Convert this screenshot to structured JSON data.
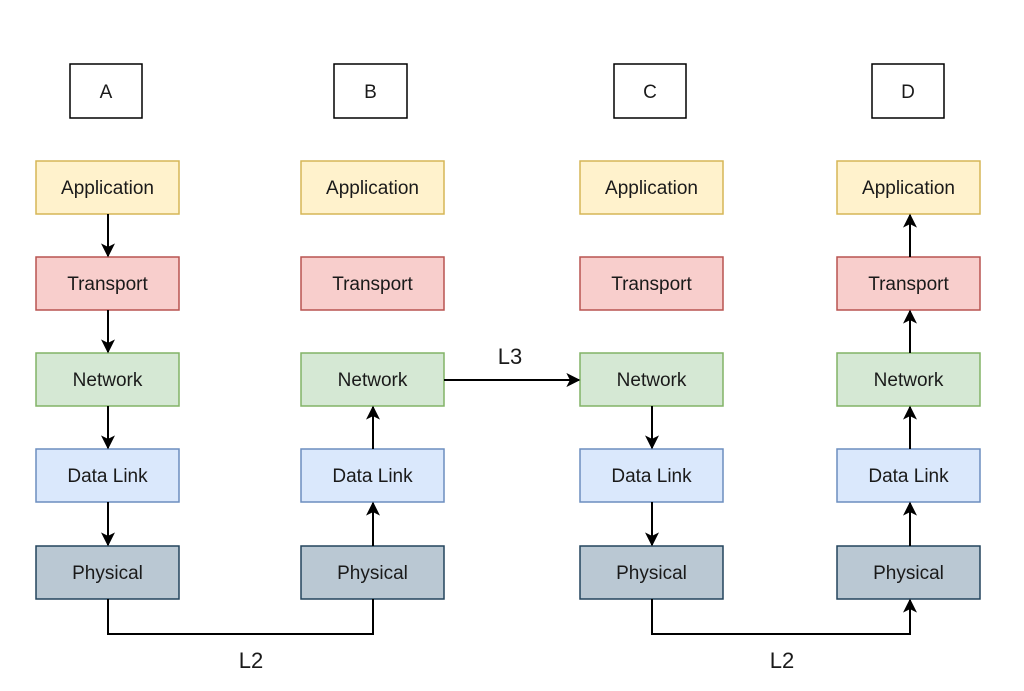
{
  "nodes": [
    {
      "id": "A",
      "label": "A"
    },
    {
      "id": "B",
      "label": "B"
    },
    {
      "id": "C",
      "label": "C"
    },
    {
      "id": "D",
      "label": "D"
    }
  ],
  "layers": [
    {
      "id": "application",
      "label": "Application",
      "fill": "#fff2cc",
      "stroke": "#d6b656"
    },
    {
      "id": "transport",
      "label": "Transport",
      "fill": "#f8cecc",
      "stroke": "#b85450"
    },
    {
      "id": "network",
      "label": "Network",
      "fill": "#d5e8d4",
      "stroke": "#82b366"
    },
    {
      "id": "datalink",
      "label": "Data Link",
      "fill": "#dae8fc",
      "stroke": "#6c8ebf"
    },
    {
      "id": "physical",
      "label": "Physical",
      "fill": "#bac8d3",
      "stroke": "#23445d"
    }
  ],
  "links": {
    "l2_left": "L2",
    "l3": "L3",
    "l2_right": "L2"
  },
  "edges": [
    {
      "id": "a-app-transport",
      "node": "A",
      "from": "application",
      "to": "transport",
      "direction": "down"
    },
    {
      "id": "a-transport-network",
      "node": "A",
      "from": "transport",
      "to": "network",
      "direction": "down"
    },
    {
      "id": "a-network-datalink",
      "node": "A",
      "from": "network",
      "to": "datalink",
      "direction": "down"
    },
    {
      "id": "a-datalink-physical",
      "node": "A",
      "from": "datalink",
      "to": "physical",
      "direction": "down"
    },
    {
      "id": "b-physical-datalink",
      "node": "B",
      "from": "physical",
      "to": "datalink",
      "direction": "up"
    },
    {
      "id": "b-datalink-network",
      "node": "B",
      "from": "datalink",
      "to": "network",
      "direction": "up"
    },
    {
      "id": "c-network-datalink",
      "node": "C",
      "from": "network",
      "to": "datalink",
      "direction": "down"
    },
    {
      "id": "c-datalink-physical",
      "node": "C",
      "from": "datalink",
      "to": "physical",
      "direction": "down"
    },
    {
      "id": "d-physical-datalink",
      "node": "D",
      "from": "physical",
      "to": "datalink",
      "direction": "up"
    },
    {
      "id": "d-datalink-network",
      "node": "D",
      "from": "datalink",
      "to": "network",
      "direction": "up"
    },
    {
      "id": "d-network-transport",
      "node": "D",
      "from": "network",
      "to": "transport",
      "direction": "up"
    },
    {
      "id": "d-transport-app",
      "node": "D",
      "from": "transport",
      "to": "application",
      "direction": "up"
    },
    {
      "id": "a-physical-to-b-physical",
      "from": "A.physical",
      "to": "B.physical",
      "label": "L2"
    },
    {
      "id": "b-network-to-c-network",
      "from": "B.network",
      "to": "C.network",
      "label": "L3"
    },
    {
      "id": "c-physical-to-d-physical",
      "from": "C.physical",
      "to": "D.physical",
      "label": "L2"
    }
  ]
}
